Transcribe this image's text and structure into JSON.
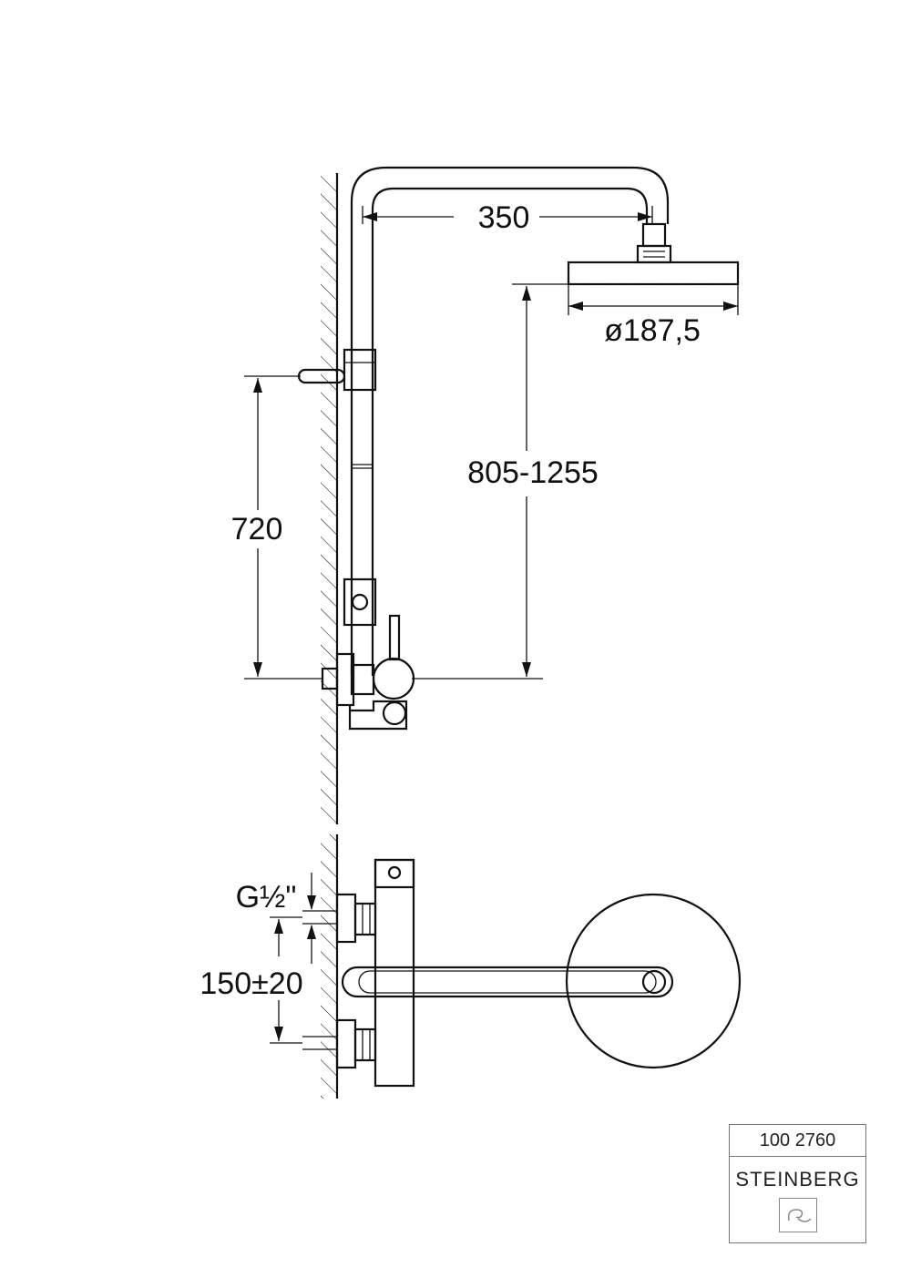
{
  "dimensions": {
    "arm_length": "350",
    "head_diameter": "ø187,5",
    "adjustable_height": "805-1255",
    "bracket_height": "720",
    "connection_thread": "G½\"",
    "center_distance": "150±20"
  },
  "title_block": {
    "article_number": "100 2760",
    "brand": "STEINBERG",
    "logo_icon": "steinberg-logo-icon"
  },
  "colors": {
    "line": "#111111",
    "title_border": "#777777"
  }
}
